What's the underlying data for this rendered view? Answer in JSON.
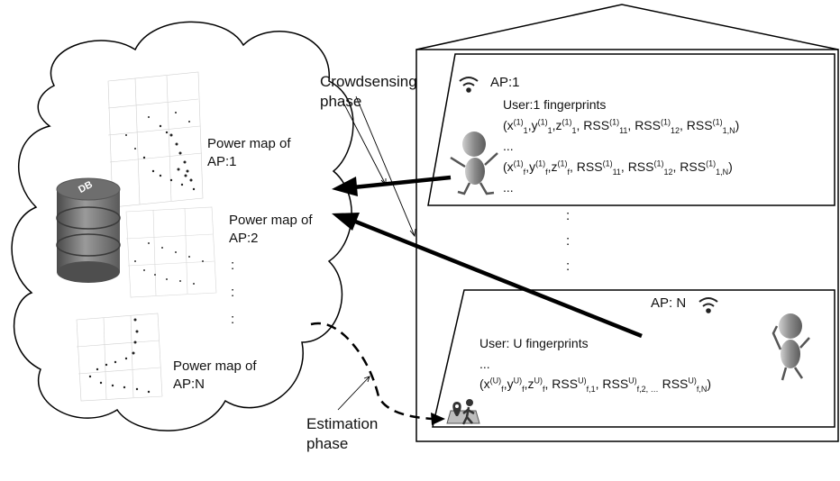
{
  "cloud": {
    "power_map_1": [
      "Power map of",
      "AP:1"
    ],
    "power_map_2": [
      "Power map of",
      "AP:2"
    ],
    "power_map_n": [
      "Power map of",
      "AP:N"
    ],
    "db_label": "DB",
    "dots": ":"
  },
  "building": {
    "floor_top": {
      "ap_label": "AP:1",
      "user_title": "User:1 fingerprints",
      "ellipsis": "...",
      "ellipsis2": "..."
    },
    "floor_bottom": {
      "ap_label": "AP: N",
      "user_title": "User: U fingerprints",
      "ellipsis": "..."
    },
    "between_dots": ":"
  },
  "phases": {
    "crowdsensing": [
      "Crowdsensing",
      "phase"
    ],
    "estimation": [
      "Estimation",
      "phase"
    ]
  },
  "icons": [
    "wifi-icon",
    "person-icon",
    "database-icon",
    "location-pin-icon",
    "walking-person-icon"
  ]
}
